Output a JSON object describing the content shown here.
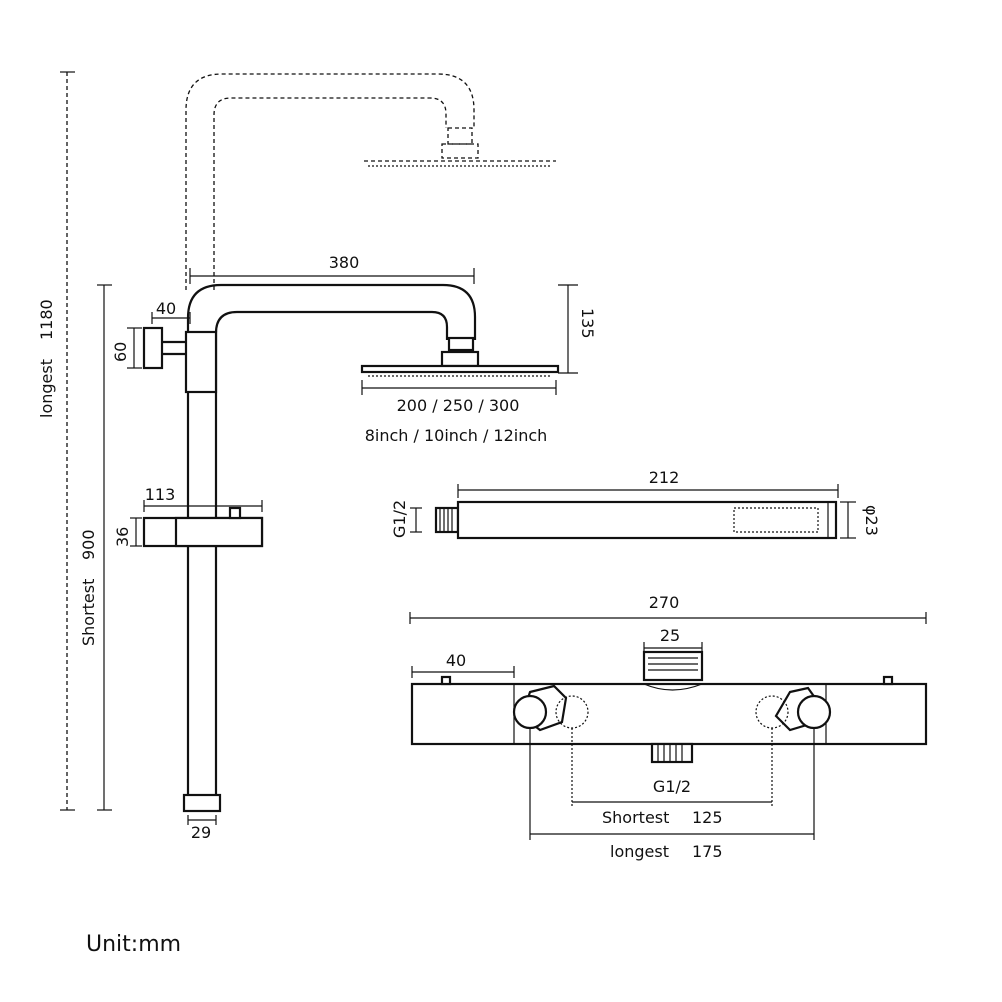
{
  "dimensions": {
    "longest_height_label": "longest",
    "longest_height_value": "1180",
    "shortest_height_label": "Shortest",
    "shortest_height_value": "900",
    "arm_length": "380",
    "wall_offset": "40",
    "bracket_height": "60",
    "head_drop": "135",
    "head_sizes_mm": "200 / 250 / 300",
    "head_sizes_inch": "8inch / 10inch / 12inch",
    "holder_width": "113",
    "holder_height": "36",
    "rail_diameter": "29",
    "handshower_length": "212",
    "handshower_thread": "G1/2",
    "handshower_diameter": "φ23",
    "mixer_width": "270",
    "mixer_top_outlet": "25",
    "mixer_end_width": "40",
    "mixer_bottom_thread": "G1/2",
    "centers_shortest_label": "Shortest",
    "centers_shortest_value": "125",
    "centers_longest_label": "longest",
    "centers_longest_value": "175"
  },
  "unit_label": "Unit:mm"
}
